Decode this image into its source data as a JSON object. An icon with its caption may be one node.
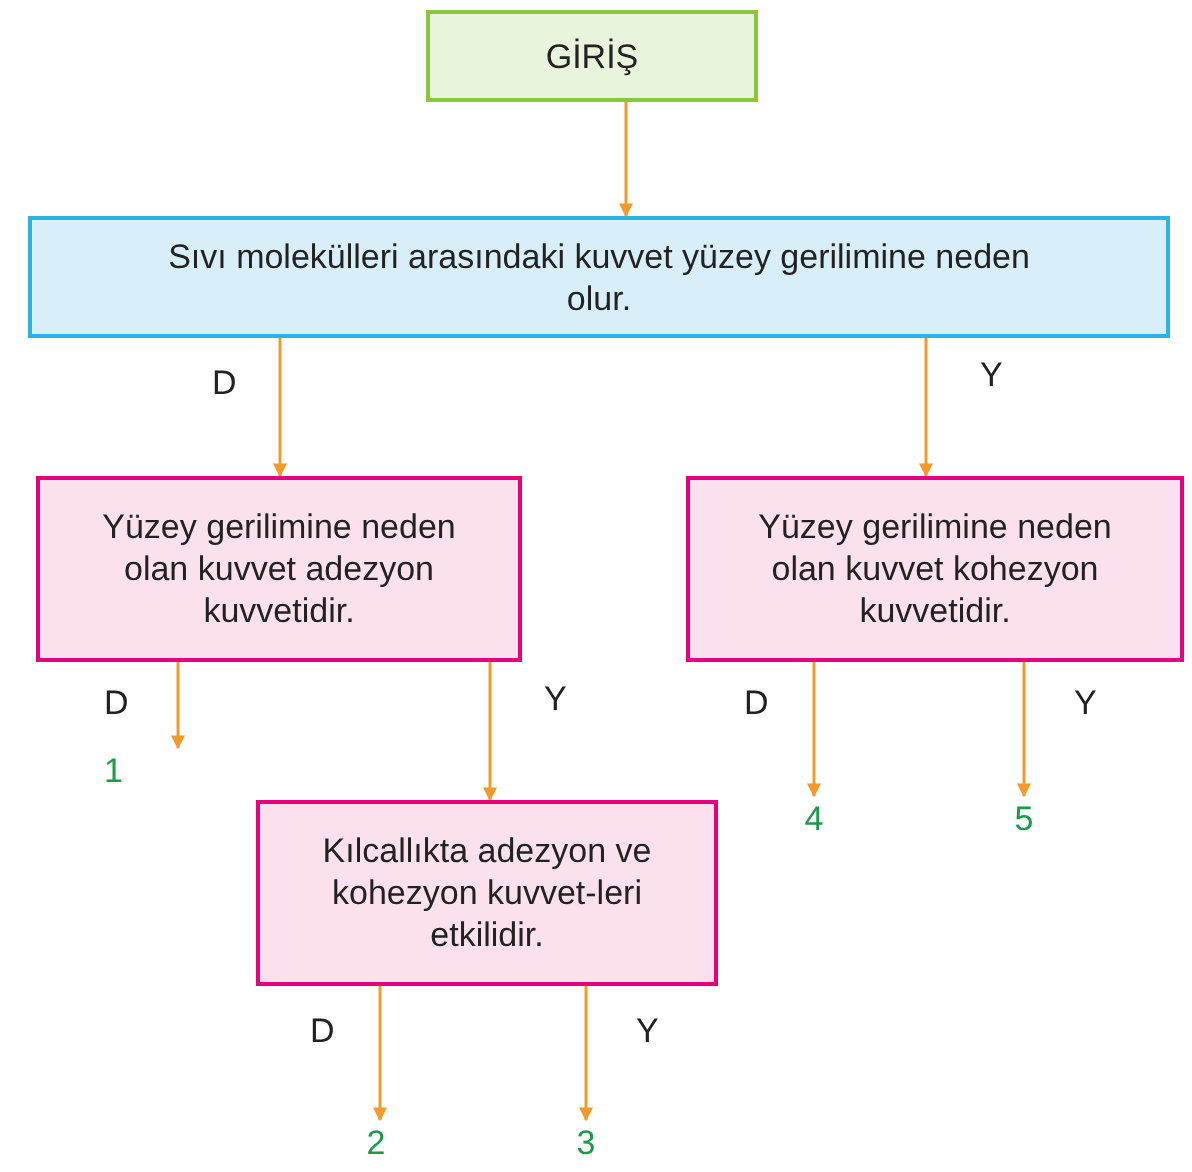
{
  "diagram": {
    "nodes": [
      {
        "text": [
          "GİRİŞ"
        ]
      },
      {
        "text": [
          "Sıvı molekülleri arasındaki kuvvet yüzey gerilimine neden olur."
        ]
      },
      {
        "text": [
          "Yüzey gerilimine neden olan kuvvet adezyon kuvvetidir."
        ]
      },
      {
        "text": [
          "Yüzey gerilimine neden olan kuvvet kohezyon kuvvetidir."
        ]
      },
      {
        "text": [
          "Kılcallıkta adezyon ve kohezyon kuvvet-leri etkilidir."
        ]
      },
      {
        "text": [
          "1"
        ]
      },
      {
        "text": [
          "4"
        ]
      },
      {
        "text": [
          "5"
        ]
      },
      {
        "text": [
          "2"
        ]
      },
      {
        "text": [
          "3"
        ]
      }
    ],
    "edges": [
      {
        "from": 0,
        "to": 1,
        "arrow": "to"
      },
      {
        "from": 1,
        "to": 2,
        "arrow": "to",
        "label": "D"
      },
      {
        "from": 1,
        "to": 3,
        "arrow": "to",
        "label": "Y"
      },
      {
        "from": 2,
        "to": 5,
        "arrow": "to",
        "label": "D"
      },
      {
        "from": 2,
        "to": 4,
        "arrow": "to",
        "label": "Y"
      },
      {
        "from": 3,
        "to": 6,
        "arrow": "to",
        "label": "D"
      },
      {
        "from": 3,
        "to": 7,
        "arrow": "to",
        "label": "Y"
      },
      {
        "from": 4,
        "to": 8,
        "arrow": "to",
        "label": "D"
      },
      {
        "from": 4,
        "to": 9,
        "arrow": "to",
        "label": "Y"
      }
    ]
  }
}
